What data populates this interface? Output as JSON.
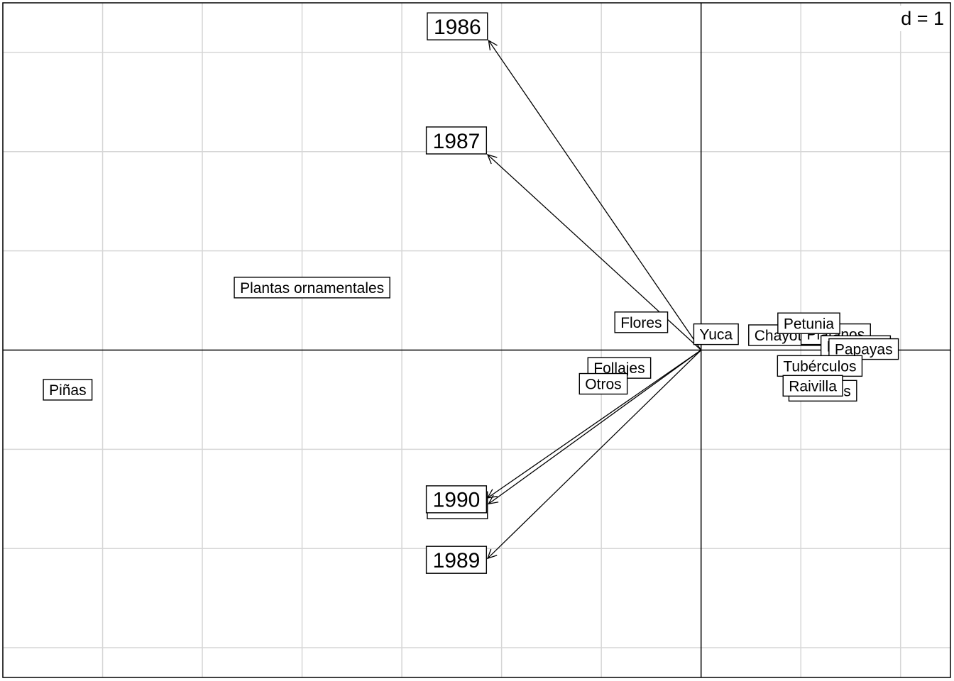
{
  "chart_data": {
    "type": "scatter",
    "scale_label": "d = 1",
    "grid": true,
    "grid_step": 1,
    "xlim": [
      -7.0,
      2.5
    ],
    "ylim": [
      -3.3,
      3.5
    ],
    "row_points": [
      {
        "label": "Piñas",
        "x": -6.35,
        "y": -0.4
      },
      {
        "label": "Plantas ornamentales",
        "x": -3.9,
        "y": 0.63
      },
      {
        "label": "Flores",
        "x": -0.6,
        "y": 0.28
      },
      {
        "label": "Yuca",
        "x": 0.15,
        "y": 0.16
      },
      {
        "label": "Follajes",
        "x": -0.82,
        "y": -0.18
      },
      {
        "label": "Otros",
        "x": -0.98,
        "y": -0.34
      },
      {
        "label": "Chayotes",
        "x": 0.85,
        "y": 0.15
      },
      {
        "label": "Plátanos",
        "x": 1.35,
        "y": 0.16
      },
      {
        "label": "Petunia",
        "x": 1.08,
        "y": 0.27
      },
      {
        "label": "Pitahaya",
        "x": 1.55,
        "y": 0.04
      },
      {
        "label": "Papayas",
        "x": 1.63,
        "y": 0.01
      },
      {
        "label": "Tubérculos",
        "x": 1.19,
        "y": -0.16
      },
      {
        "label": "Melones",
        "x": 1.22,
        "y": -0.41
      },
      {
        "label": "Raivilla",
        "x": 1.12,
        "y": -0.36
      }
    ],
    "column_arrows": [
      {
        "label": "1986",
        "x": -2.13,
        "y": 3.12
      },
      {
        "label": "1987",
        "x": -2.14,
        "y": 1.97
      },
      {
        "label": "1988",
        "x": -2.13,
        "y": -1.55
      },
      {
        "label": "1990",
        "x": -2.14,
        "y": -1.49
      },
      {
        "label": "1989",
        "x": -2.14,
        "y": -2.1
      }
    ]
  }
}
